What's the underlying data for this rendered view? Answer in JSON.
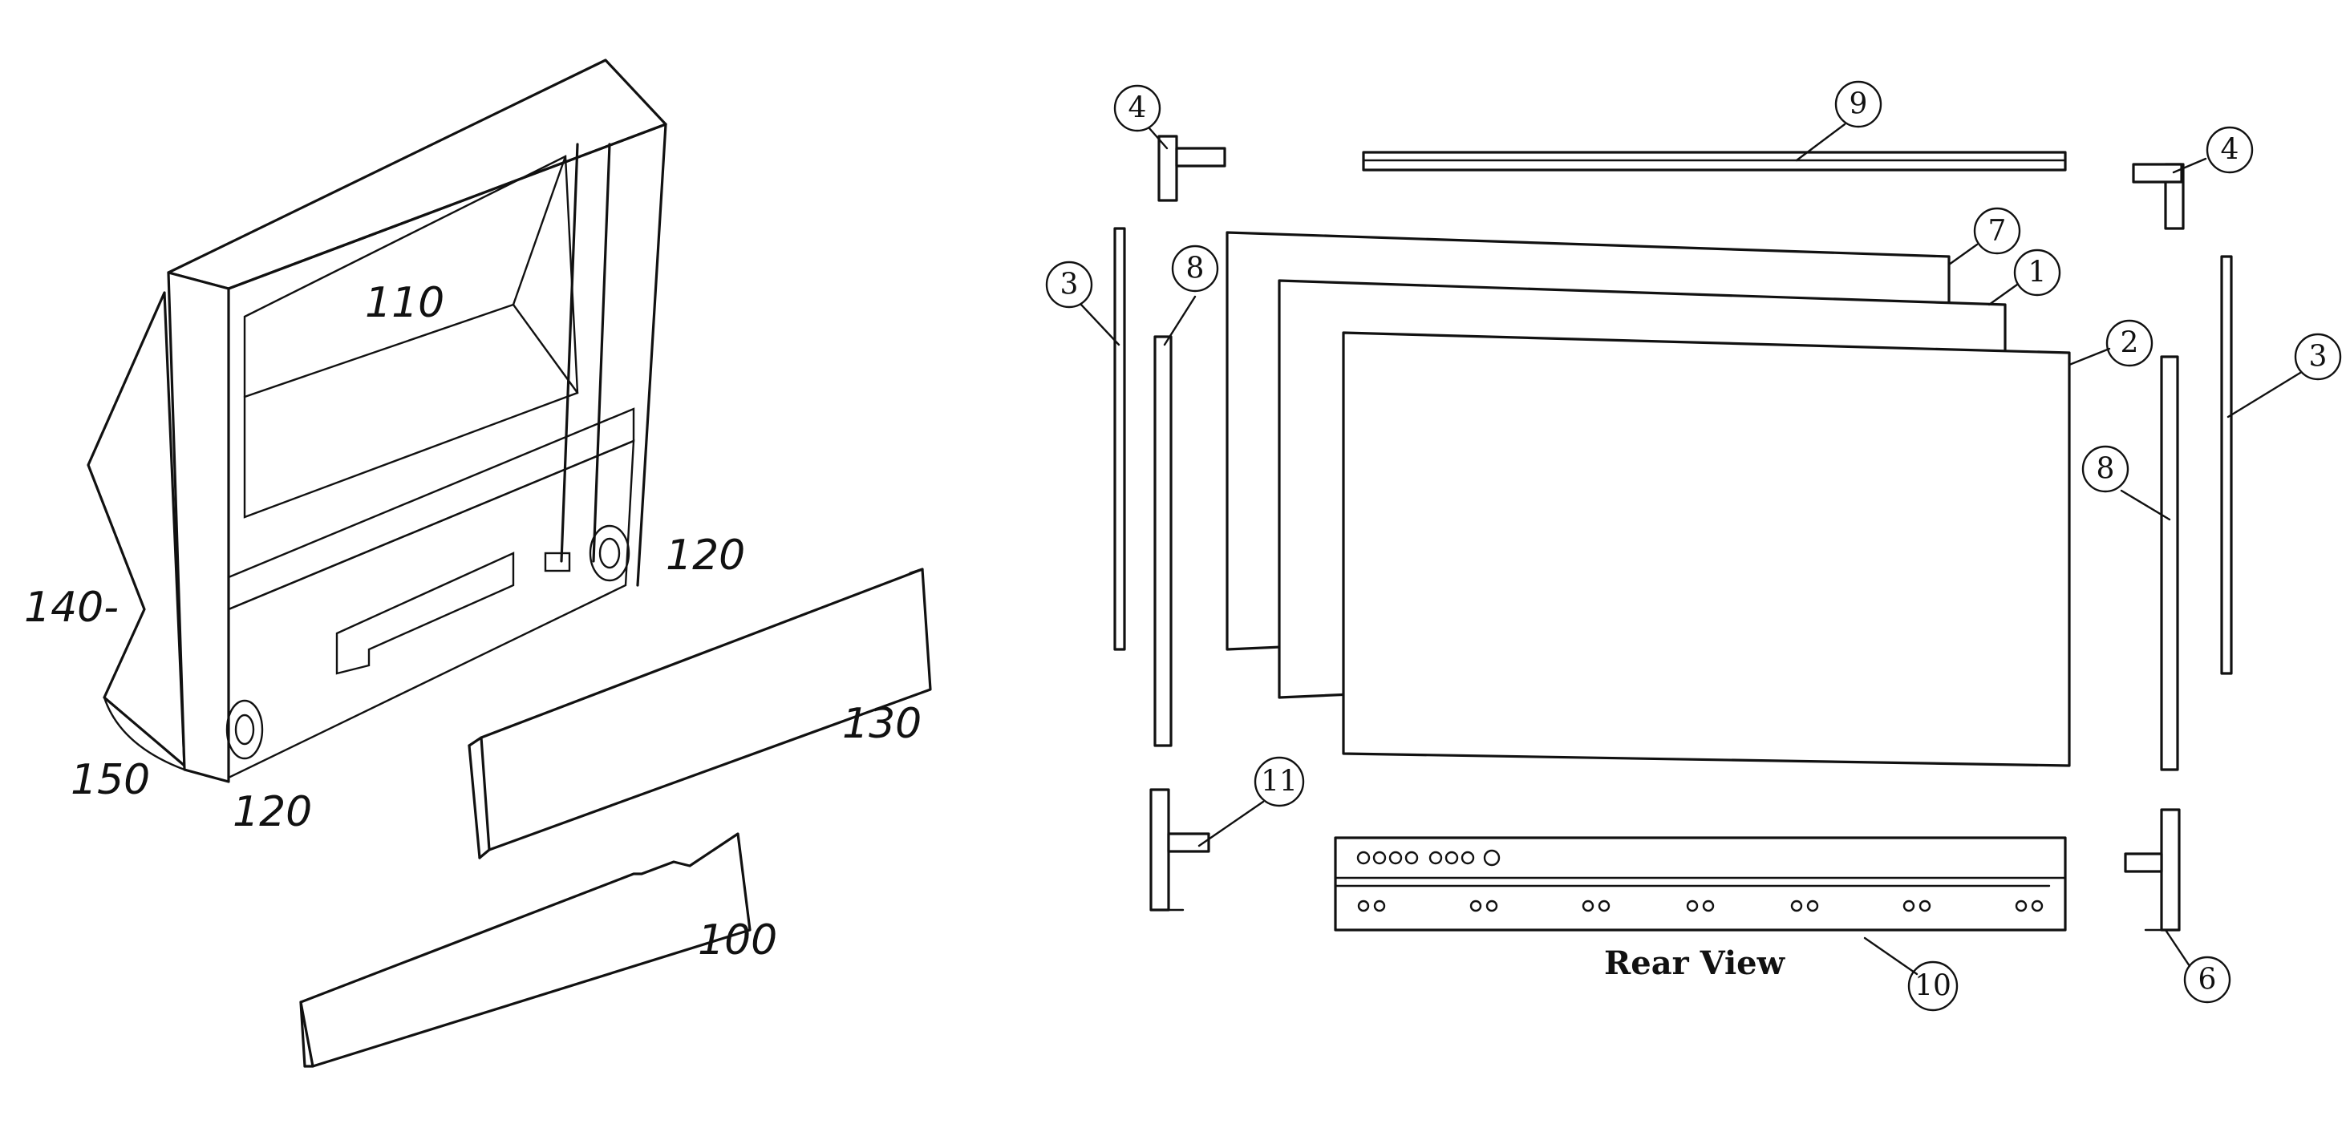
{
  "left_labels": {
    "l110": "110",
    "l120a": "120",
    "l120b": "120",
    "l130": "130",
    "l140": "140-",
    "l150": "150",
    "l100": "100"
  },
  "callouts": {
    "c4a": "4",
    "c4b": "4",
    "c9": "9",
    "c3a": "3",
    "c3b": "3",
    "c8a": "8",
    "c8b": "8",
    "c7": "7",
    "c1": "1",
    "c2": "2",
    "c11": "11",
    "c10": "10",
    "c6": "6"
  },
  "caption": "Rear View"
}
